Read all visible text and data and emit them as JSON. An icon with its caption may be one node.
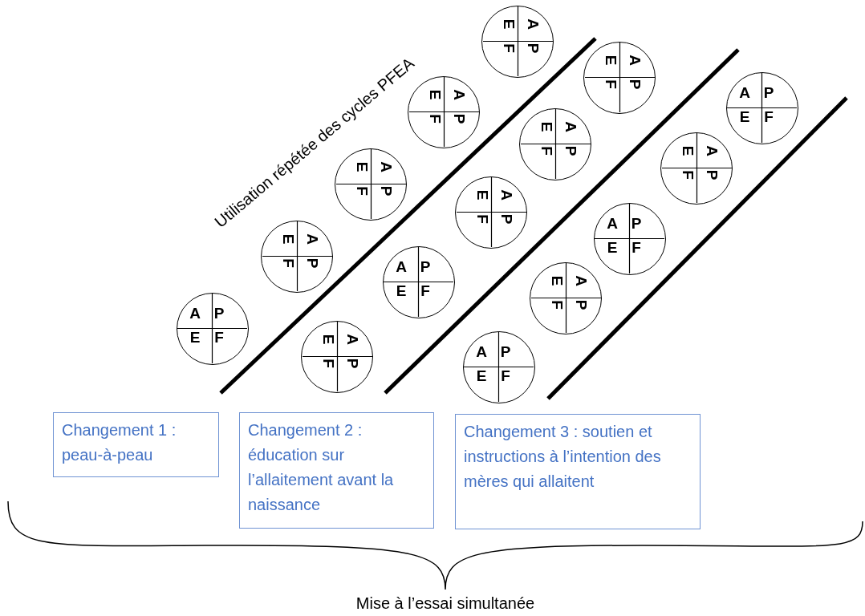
{
  "diagram": {
    "nodes": [
      {
        "text": [
          "A",
          "P",
          "E",
          "F"
        ]
      },
      {
        "text": [
          "A",
          "P",
          "E",
          "F"
        ]
      },
      {
        "text": [
          "A",
          "P",
          "E",
          "F"
        ]
      },
      {
        "text": [
          "A",
          "P",
          "E",
          "F"
        ]
      },
      {
        "text": [
          "A",
          "P",
          "E",
          "F"
        ]
      },
      {
        "text": [
          "A",
          "P",
          "E",
          "F"
        ]
      },
      {
        "text": [
          "A",
          "P",
          "E",
          "F"
        ]
      },
      {
        "text": [
          "A",
          "P",
          "E",
          "F"
        ]
      },
      {
        "text": [
          "A",
          "P",
          "E",
          "F"
        ]
      },
      {
        "text": [
          "A",
          "P",
          "E",
          "F"
        ]
      },
      {
        "text": [
          "A",
          "P",
          "E",
          "F"
        ]
      },
      {
        "text": [
          "A",
          "P",
          "E",
          "F"
        ]
      },
      {
        "text": [
          "A",
          "P",
          "E",
          "F"
        ]
      },
      {
        "text": [
          "A",
          "P",
          "E",
          "F"
        ]
      },
      {
        "text": [
          "A",
          "P",
          "E",
          "F"
        ]
      },
      {
        "text": [
          "Changement 1 : peau-à-peau"
        ]
      },
      {
        "text": [
          "Changement 2 : éducation sur l’allaitement avant la naissance"
        ]
      },
      {
        "text": [
          "Changement 3 : soutien et instructions à l’intention des mères qui allaitent"
        ]
      }
    ],
    "edges": [],
    "labels": [
      "Utilisation répétée des cycles PFEA",
      "Mise à l’essai simultanée"
    ]
  }
}
